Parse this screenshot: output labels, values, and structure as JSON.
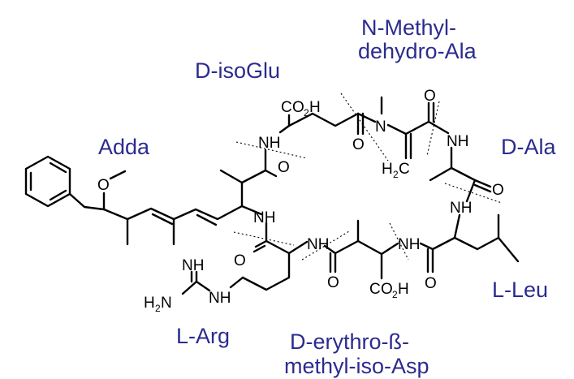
{
  "residues": {
    "adda": "Adda",
    "d_isoglu": "D-isoGlu",
    "mdha_line1": "N-Methyl-",
    "mdha_line2": "dehydro-Ala",
    "d_ala": "D-Ala",
    "l_leu": "L-Leu",
    "l_arg": "L-Arg",
    "masp_line1": "D-erythro-ß-",
    "masp_line2": "methyl-iso-Asp"
  },
  "atoms": {
    "o": "O",
    "n": "N",
    "nh": "NH",
    "hn": "H",
    "h": "H",
    "c": "C",
    "two": "2"
  },
  "colors": {
    "residue_label": "#2b2b8f",
    "bond": "#000000"
  }
}
